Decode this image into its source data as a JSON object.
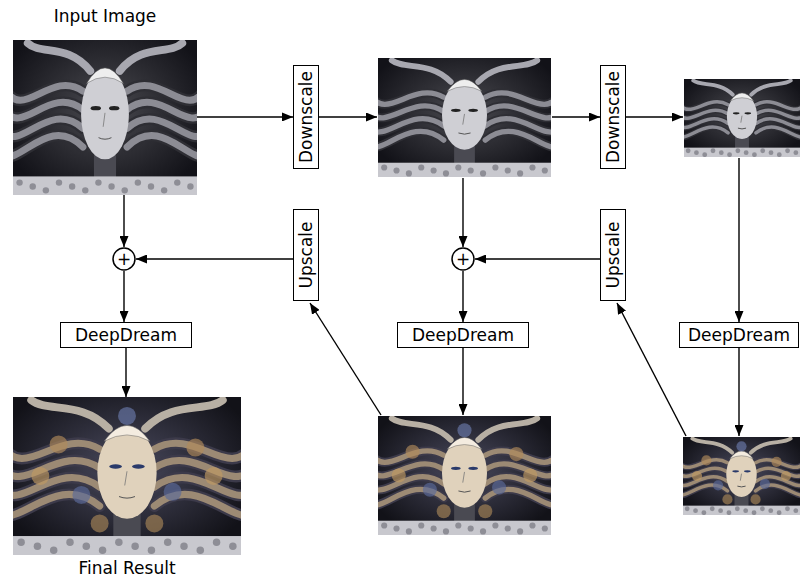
{
  "diagram": {
    "nodes": [
      {
        "text": [
          "Input Image"
        ]
      },
      {
        "text": [
          "Downscale"
        ]
      },
      {
        "text": [
          "Downscale"
        ]
      },
      {
        "text": [
          "+"
        ]
      },
      {
        "text": [
          "Upscale"
        ]
      },
      {
        "text": [
          "+"
        ]
      },
      {
        "text": [
          "Upscale"
        ]
      },
      {
        "text": [
          "DeepDream"
        ]
      },
      {
        "text": [
          "DeepDream"
        ]
      },
      {
        "text": [
          "DeepDream"
        ]
      },
      {
        "text": [
          "Final Result"
        ]
      }
    ],
    "edges": [
      {
        "from": 0,
        "to": 1,
        "arrow": "to"
      },
      {
        "from": 0,
        "to": 3,
        "arrow": "to"
      },
      {
        "from": 4,
        "to": 3,
        "arrow": "to"
      },
      {
        "from": 6,
        "to": 5,
        "arrow": "to"
      },
      {
        "from": 3,
        "to": 7,
        "arrow": "to"
      },
      {
        "from": 5,
        "to": 8,
        "arrow": "to"
      },
      {
        "from": 7,
        "to": 10,
        "arrow": "to"
      }
    ]
  }
}
